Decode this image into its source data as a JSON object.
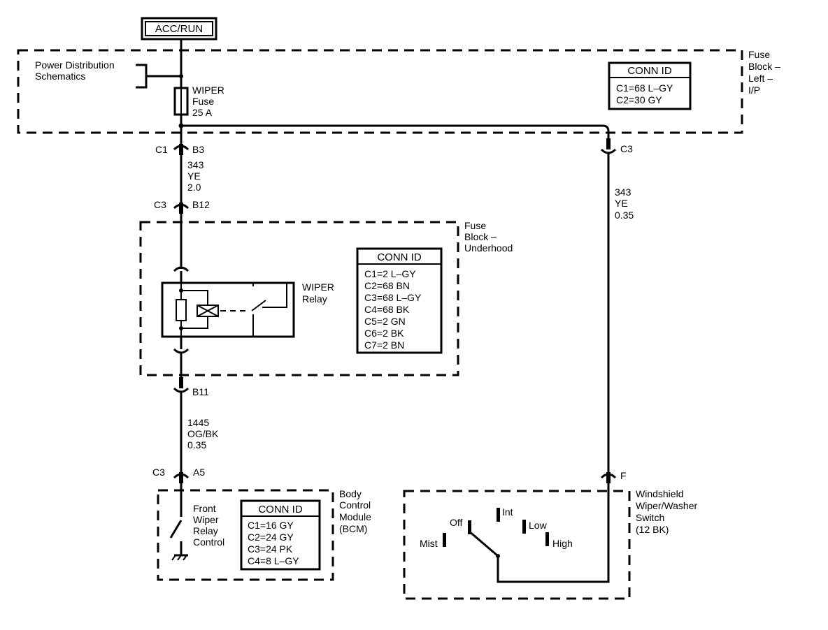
{
  "power_label": "ACC/RUN",
  "power_distribution": [
    "Power Distribution",
    "Schematics"
  ],
  "fuse": {
    "name": "WIPER",
    "type": "Fuse",
    "rating": "25 A"
  },
  "fuse_block_ip": {
    "name": [
      "Fuse",
      "Block –",
      "Left –",
      "I/P"
    ],
    "conn_id_title": "CONN ID",
    "conn_ids": [
      "C1=68 L–GY",
      "C2=30 GY"
    ]
  },
  "left_branch": {
    "conn1": {
      "connector": "C1",
      "pin": "B3"
    },
    "wire1": {
      "circuit": "343",
      "color": "YE",
      "size": "2.0"
    },
    "conn2": {
      "connector": "C3",
      "pin": "B12"
    },
    "conn3": {
      "pin": "B11"
    },
    "wire2": {
      "circuit": "1445",
      "color": "OG/BK",
      "size": "0.35"
    },
    "conn4": {
      "connector": "C3",
      "pin": "A5"
    }
  },
  "right_branch": {
    "conn1": {
      "pin": "C3"
    },
    "wire": {
      "circuit": "343",
      "color": "YE",
      "size": "0.35"
    },
    "conn2": {
      "pin": "F"
    }
  },
  "fuse_block_underhood": {
    "name": [
      "Fuse",
      "Block –",
      "Underhood"
    ],
    "conn_id_title": "CONN ID",
    "conn_ids": [
      "C1=2 L–GY",
      "C2=68 BN",
      "C3=68 L–GY",
      "C4=68 BK",
      "C5=2 GN",
      "C6=2 BK",
      "C7=2 BN"
    ]
  },
  "relay": {
    "name": "WIPER",
    "type": "Relay"
  },
  "bcm": {
    "name": [
      "Body",
      "Control",
      "Module",
      "(BCM)"
    ],
    "control": [
      "Front",
      "Wiper",
      "Relay",
      "Control"
    ],
    "conn_id_title": "CONN ID",
    "conn_ids": [
      "C1=16 GY",
      "C2=24 GY",
      "C3=24 PK",
      "C4=8 L–GY"
    ]
  },
  "switch": {
    "name": [
      "Windshield",
      "Wiper/Washer",
      "Switch",
      "(12 BK)"
    ],
    "positions": [
      "Mist",
      "Off",
      "Int",
      "Low",
      "High"
    ]
  }
}
